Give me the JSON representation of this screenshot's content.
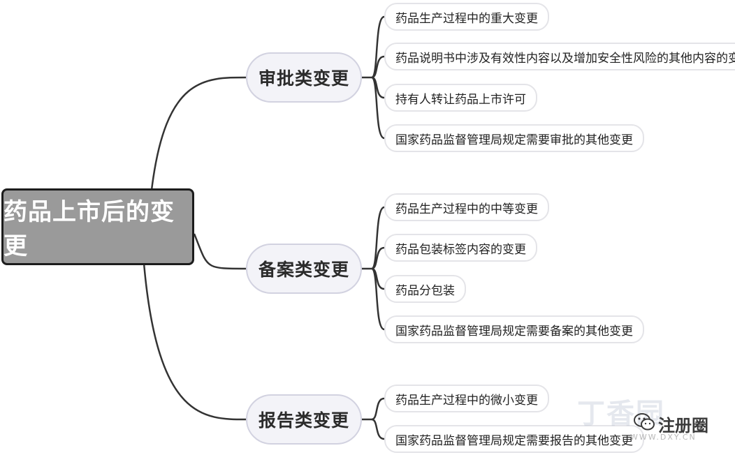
{
  "root": {
    "label": "药品上市后的变更"
  },
  "categories": [
    {
      "label": "审批类变更",
      "items": [
        "药品生产过程中的重大变更",
        "药品说明书中涉及有效性内容以及增加安全性风险的其他内容的变更",
        "持有人转让药品上市许可",
        "国家药品监督管理局规定需要审批的其他变更"
      ]
    },
    {
      "label": "备案类变更",
      "items": [
        "药品生产过程中的中等变更",
        "药品包装标签内容的变更",
        "药品分包装",
        "国家药品监督管理局规定需要备案的其他变更"
      ]
    },
    {
      "label": "报告类变更",
      "items": [
        "药品生产过程中的微小变更",
        "国家药品监督管理局规定需要报告的其他变更"
      ]
    }
  ],
  "watermark": {
    "name": "注册圈",
    "domain": "WWW.DXY.CN",
    "ghost": "丁香园",
    "icon": "wechat-icon"
  },
  "colors": {
    "root_fill": "#9a9a9a",
    "root_border": "#1c1c1c",
    "category_fill": "#f3f3f8",
    "connector": "#333333"
  }
}
